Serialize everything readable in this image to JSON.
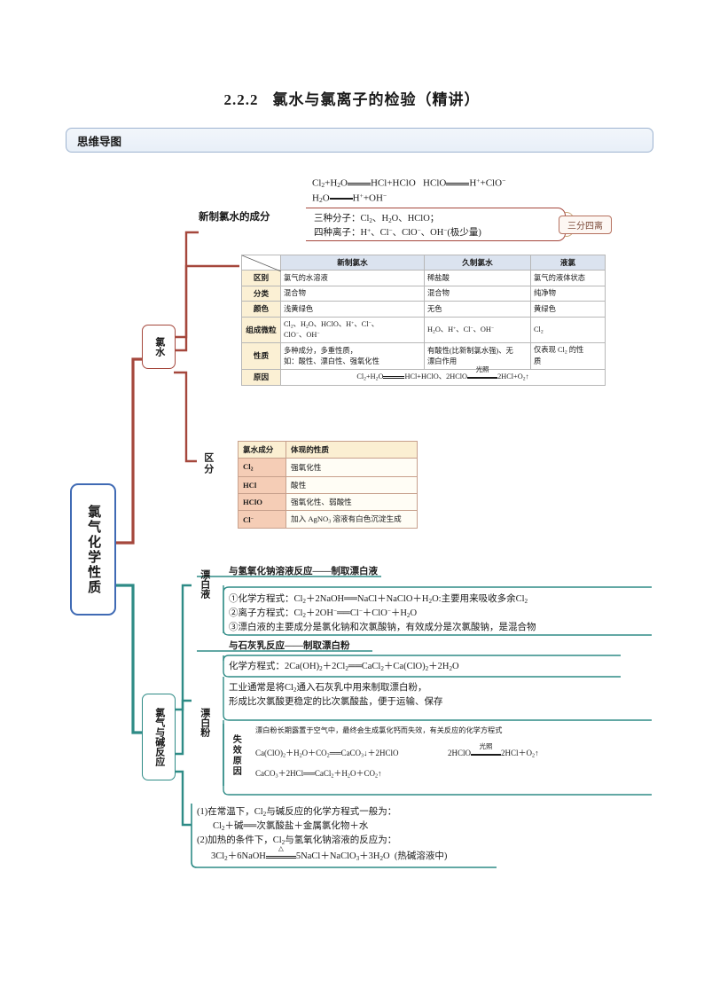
{
  "document": {
    "title_number": "2.2.2",
    "title_text": "氯水与氯离子的检验（精讲）",
    "section_header": "思维导图"
  },
  "mindmap": {
    "root": "氯气化学性质",
    "branches": [
      {
        "label": "氯水",
        "color": "#a5473c"
      },
      {
        "label": "氯气与碱反应",
        "color": "#2e8b86"
      }
    ]
  },
  "chlorine_water": {
    "top_equations": {
      "line1_a_left": "Cl2+H2O",
      "line1_a_right": "HCl+HClO",
      "line1_b_left": "HClO",
      "line1_b_right": "H++ClO−",
      "line2_left": "H2O",
      "line2_right": "H++OH−"
    },
    "composition_label": "新制氯水的成分",
    "composition_lines": [
      "三种分子：Cl2、H2O、HClO；",
      "四种离子：H+、Cl−、ClO−、OH−(极少量)"
    ],
    "composition_tag": "三分四离",
    "compare_table": {
      "corner": "",
      "columns": [
        "新制氯水",
        "久制氯水",
        "液氯"
      ],
      "rows": [
        {
          "label": "区别",
          "cells": [
            "氯气的水溶液",
            "稀盐酸",
            "氯气的液体状态"
          ]
        },
        {
          "label": "分类",
          "cells": [
            "混合物",
            "混合物",
            "纯净物"
          ]
        },
        {
          "label": "颜色",
          "cells": [
            "浅黄绿色",
            "无色",
            "黄绿色"
          ]
        },
        {
          "label": "组成微粒",
          "cells": [
            "Cl2、H2O、HClO、H+、Cl−、ClO−、OH−",
            "H2O、H+、Cl−、OH−",
            "Cl2"
          ]
        },
        {
          "label": "性质",
          "cells": [
            "多种成分，多重性质，如：酸性、漂白性、强氧化性",
            "有酸性(比新制氯水强)、无漂白作用",
            "仅表现 Cl2 的性质"
          ]
        }
      ],
      "reason_label": "原因",
      "reason_text": "Cl2+H2O ⇌ HCl+HClO、2HClO --光照--> 2HCl+O2↑"
    },
    "distinguish_label": "区分",
    "distinguish_table": {
      "headers": [
        "氯水成分",
        "体现的性质"
      ],
      "rows": [
        {
          "component": "Cl2",
          "property": "强氧化性"
        },
        {
          "component": "HCl",
          "property": "酸性"
        },
        {
          "component": "HClO",
          "property": "强氧化性、弱酸性"
        },
        {
          "component": "Cl−",
          "property": "加入 AgNO3 溶液有白色沉淀生成"
        }
      ]
    }
  },
  "base_reaction": {
    "bleaching_liquid": {
      "label": "漂白液",
      "heading": "与氢氧化钠溶液反应——制取漂白液",
      "items": [
        "①化学方程式：Cl2+2NaOH==NaCl+NaClO+H2O:主要用来吸收多余Cl2",
        "②离子方程式：Cl2+2OH−==Cl−+ClO−+H2O",
        "③漂白液的主要成分是氯化钠和次氯酸钠，有效成分是次氯酸钠，是混合物"
      ]
    },
    "bleaching_powder": {
      "label": "漂白粉",
      "heading": "与石灰乳反应——制取漂白粉",
      "equation": "化学方程式：2Ca(OH)2+2Cl2==CaCl2+Ca(ClO)2+2H2O",
      "industry_lines": [
        "工业通常是将Cl2通入石灰乳中用来制取漂白粉，",
        "形成比次氯酸更稳定的比次氯酸盐，便于运输、保存"
      ],
      "failure_label": "失效原因",
      "failure_heading": "漂白粉长期露置于空气中，最终会生成氯化钙而失效，有关反应的化学方程式",
      "failure_eq1": "Ca(ClO)2+H2O+CO2==CaCO3↓+2HClO",
      "failure_eq2": "2HClO --光照--> 2HCl+O2↑",
      "failure_eq3": "CaCO3+2HCl==CaCl2+H2O+CO2↑"
    },
    "notes": [
      "(1)在常温下，Cl2与碱反应的化学方程式一般为：",
      "Cl2+碱==次氯酸盐+金属氯化物+水",
      "(2)加热的条件下，Cl2与氢氧化钠溶液的反应为：",
      "3Cl2+6NaOH --△--> 5NaCl+NaClO3+3H2O  (热碱溶液中)"
    ]
  }
}
